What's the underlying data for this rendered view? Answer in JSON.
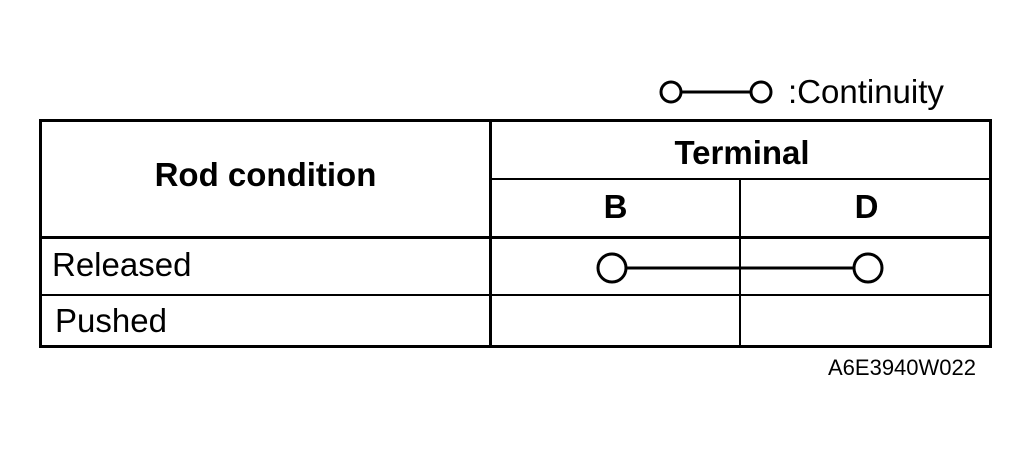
{
  "legend": {
    "symbol": "continuity-symbol",
    "label": ":Continuity"
  },
  "table": {
    "header": {
      "condition_label": "Rod condition",
      "terminal_label": "Terminal",
      "terminals": [
        "B",
        "D"
      ]
    },
    "rows": [
      {
        "condition": "Released",
        "continuity": [
          "B",
          "D"
        ]
      },
      {
        "condition": "Pushed",
        "continuity": []
      }
    ]
  },
  "figure_code": "A6E3940W022"
}
